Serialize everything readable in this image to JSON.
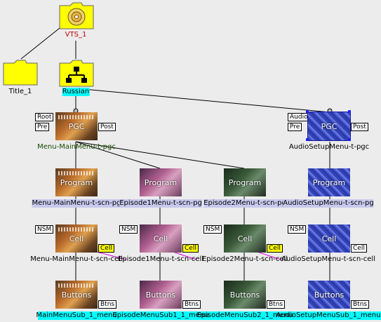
{
  "tree": {
    "vts": {
      "label": "VTS_1",
      "icon": "disc-folder-icon"
    },
    "title": {
      "label": "Title_1",
      "icon": "folder-icon"
    },
    "language": {
      "label": "Russian",
      "icon": "hierarchy-folder-icon"
    }
  },
  "pgc": {
    "main": {
      "label": "Menu-MainMenu-t-pgc",
      "thumb_text": "PGC",
      "tags": {
        "top": "Root",
        "left": "Pre",
        "right": "Post"
      }
    },
    "audio": {
      "label": "AudioSetupMenu-t-pgc",
      "thumb_text": "PGC",
      "tags": {
        "top": "Audio",
        "left": "Pre",
        "right": "Post"
      }
    }
  },
  "programs": [
    {
      "label": "Menu-MainMenu-t-scn-pg",
      "thumb_text": "Program"
    },
    {
      "label": "Episode1Menu-t-scn-pg",
      "thumb_text": "Program"
    },
    {
      "label": "Episode2Menu-t-scn-pg",
      "thumb_text": "Program"
    },
    {
      "label": "AudioSetupMenu-t-scn-pg",
      "thumb_text": "Program"
    }
  ],
  "cells": [
    {
      "label": "Menu-MainMenu-t-scn-cell",
      "thumb_text": "Cell",
      "nsm": "NSM",
      "tag": "Cell"
    },
    {
      "label": "Episode1Menu-t-scn-cell",
      "thumb_text": "Cell",
      "nsm": "NSM",
      "tag": "Cell"
    },
    {
      "label": "Episode2Menu-t-scn-cell",
      "thumb_text": "Cell",
      "nsm": "NSM",
      "tag": "Cell"
    },
    {
      "label": "AudioSetupMenu-t-scn-cell",
      "thumb_text": "Cell",
      "nsm": "NSM",
      "tag": "Cell"
    }
  ],
  "buttons": [
    {
      "label": "MainMenuSub_1_menu",
      "thumb_text": "Buttons",
      "tag": "Btns"
    },
    {
      "label": "EpisodeMenuSub1_1_menu",
      "thumb_text": "Buttons",
      "tag": "Btns"
    },
    {
      "label": "EpisodeMenuSub2_1_menu",
      "thumb_text": "Buttons",
      "tag": "Btns"
    },
    {
      "label": "AudioSetupMenuSub_1_menu",
      "thumb_text": "Buttons",
      "tag": "Btns"
    }
  ],
  "colors": {
    "background": "#ececec",
    "selection": "#00ffff",
    "highlight": "#c9c9ee",
    "tag_yellow": "#ffff00"
  }
}
